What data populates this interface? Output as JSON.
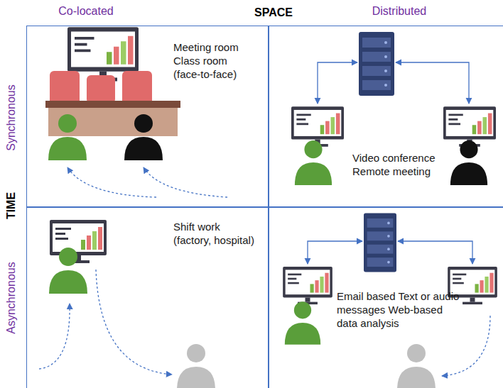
{
  "diagram": {
    "nodes": [
      {
        "text": [
          "Meeting room Class room (face-to-face)"
        ]
      },
      {
        "text": [
          "Video conference Remote meeting"
        ]
      },
      {
        "text": [
          "Shift work (factory, hospital)"
        ]
      },
      {
        "text": [
          "Email based Text or audio messages Web-based data analysis"
        ]
      }
    ],
    "labels": [
      "Co-located",
      "SPACE",
      "Distributed",
      "TIME",
      "Synchronous",
      "Asynchronous"
    ]
  }
}
